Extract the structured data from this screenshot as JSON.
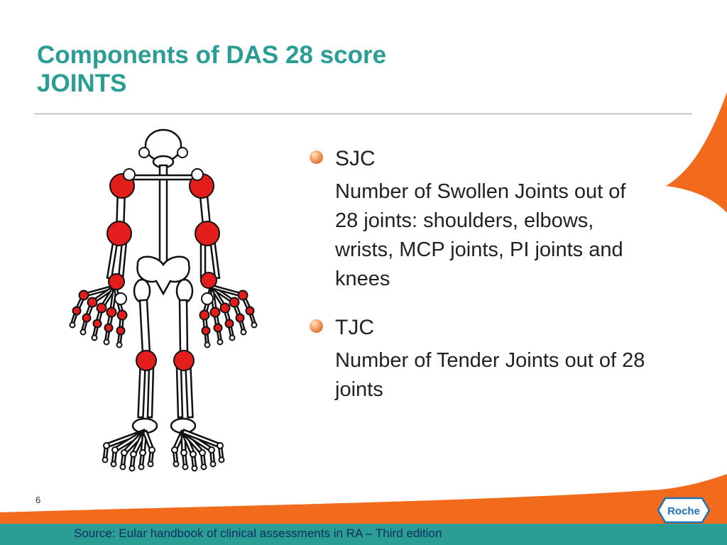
{
  "slide": {
    "title_line1": "Components of DAS 28 score",
    "title_line2": "JOINTS",
    "page_number": "6"
  },
  "items": [
    {
      "heading": "SJC",
      "description": "Number of Swollen Joints out of 28 joints: shoulders, elbows, wrists, MCP joints, PI joints and knees"
    },
    {
      "heading": "TJC",
      "description": "Number of Tender Joints out of 28 joints"
    }
  ],
  "footer": {
    "source": "Source: Eular handbook of clinical assessments in RA – Third edition"
  },
  "logo": {
    "text": "Roche"
  },
  "colors": {
    "title": "#2a9d95",
    "accent_orange": "#f26b1d",
    "footer_band": "#2a9d95",
    "joint_highlight": "#e31c1c",
    "source_text": "#0b2e5e"
  },
  "icons": {
    "bullet": "orange-sphere-bullet",
    "illustration": "joint-skeleton-diagram"
  }
}
